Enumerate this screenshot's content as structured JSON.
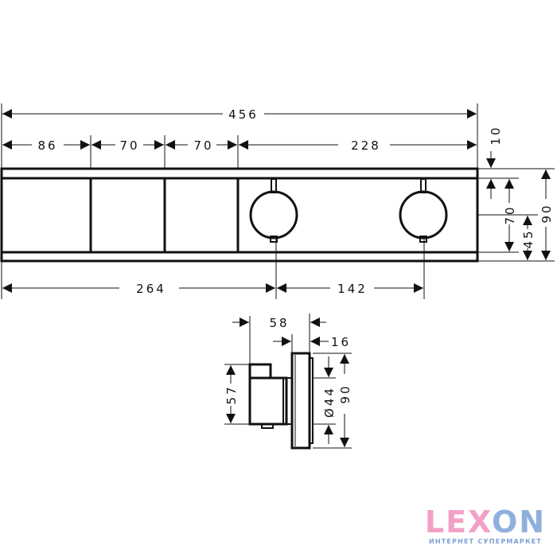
{
  "front_view": {
    "total_width": "456",
    "segments": [
      "86",
      "70",
      "70",
      "228"
    ],
    "bottom_left": "264",
    "bottom_right": "142",
    "top_offset": "10",
    "inner_height": "70",
    "knob_center_height": "45",
    "total_height": "90"
  },
  "side_view": {
    "depth": "58",
    "plate_thickness": "16",
    "body_height": "57",
    "diameter": "Ø44",
    "plate_height": "90"
  },
  "logo": {
    "part1": "LEX",
    "part2": "ON",
    "subtitle": "ИНТЕРНЕТ СУПЕРМАРКЕТ"
  }
}
